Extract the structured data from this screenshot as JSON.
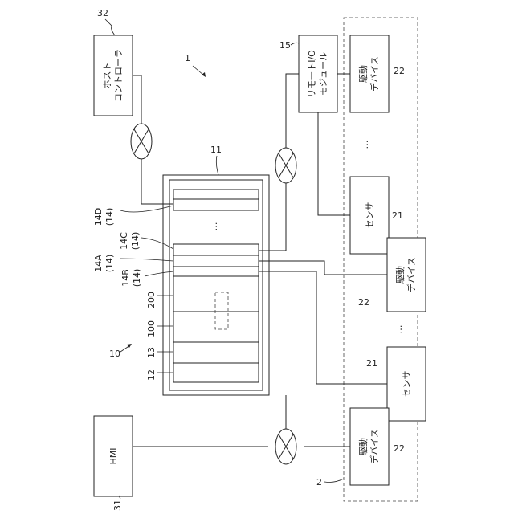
{
  "labels": {
    "host_controller_line1": "ホスト",
    "host_controller_line2": "コントローラ",
    "hmi": "HMI",
    "remote_io_line1": "リモートI/O",
    "remote_io_line2": "モジュール",
    "drive_device_line1": "駆動",
    "drive_device_line2": "デバイス",
    "sensor": "センサ",
    "ellipsis": "…"
  },
  "refs": {
    "system": "1",
    "field": "2",
    "controller_system": "10",
    "plc": "11",
    "power": "12",
    "cpu": "13",
    "io_generic": "(14)",
    "io_a": "14A",
    "io_b": "14B",
    "io_c": "14C",
    "io_d": "14D",
    "remote_io": "15",
    "sensor": "21",
    "drive": "22",
    "hmi": "31",
    "host": "32",
    "unit_100": "100",
    "unit_200": "200"
  }
}
